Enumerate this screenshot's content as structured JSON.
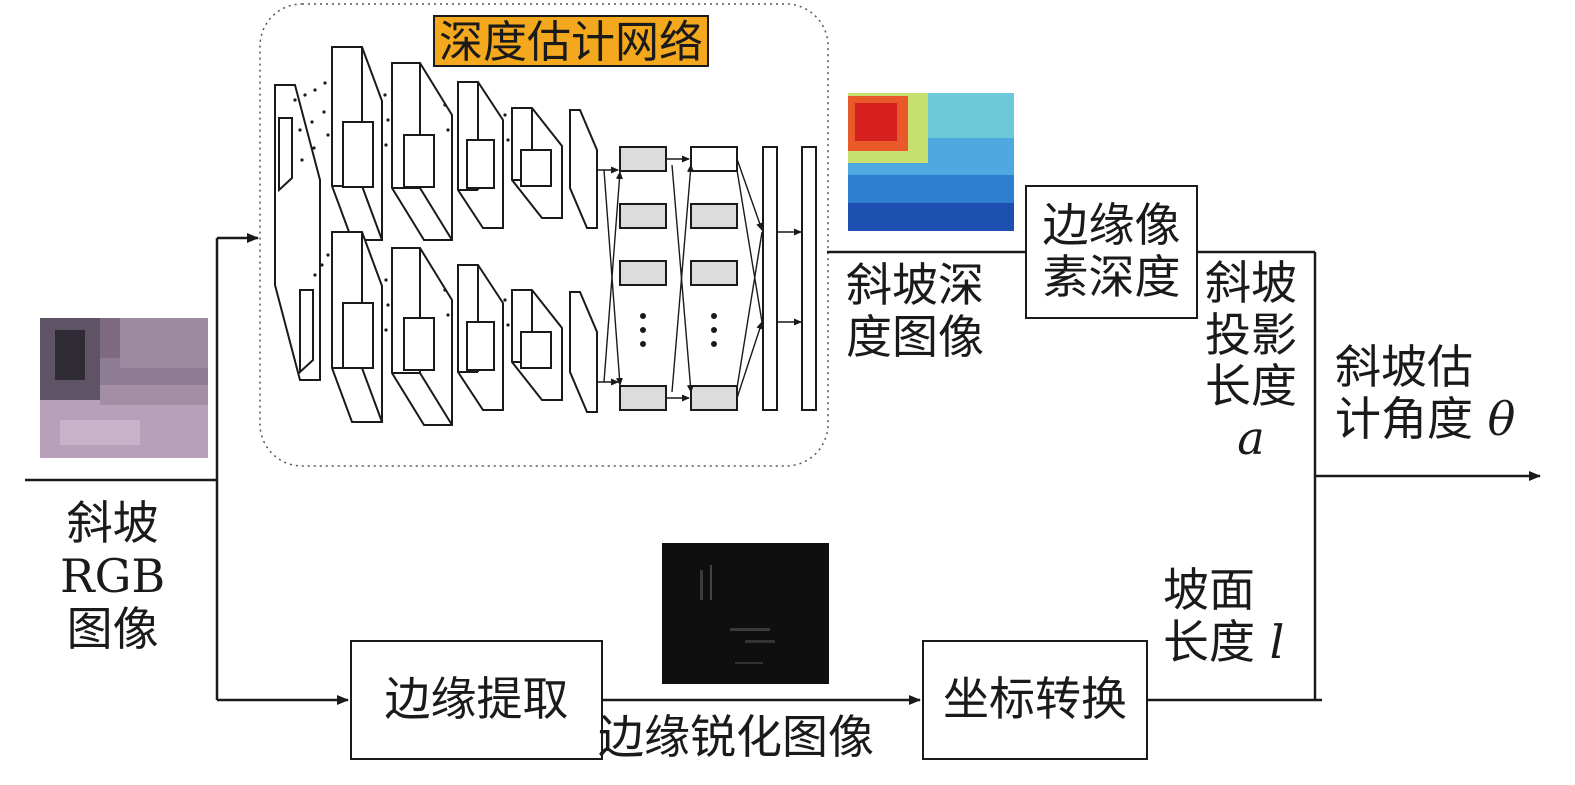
{
  "network_title": "深度估计网络",
  "input": {
    "line1": "斜坡",
    "line2": "RGB",
    "line3": "图像"
  },
  "depth_image_label": {
    "line1": "斜坡深",
    "line2": "度图像"
  },
  "edge_depth_box": {
    "line1": "边缘像",
    "line2": "素深度"
  },
  "projection_label": {
    "line1": "斜坡",
    "line2": "投影",
    "line3": "长度",
    "var": "a"
  },
  "result_label": {
    "line1": "斜坡估",
    "line2": "计角度",
    "var": "θ"
  },
  "edge_extract_box": "边缘提取",
  "edge_image_label": "边缘锐化图像",
  "coord_box": "坐标转换",
  "slope_length_label": {
    "line1": "坡面",
    "line2": "长度",
    "var": "l"
  },
  "colors": {
    "tag": "#f4a81d",
    "line": "#1a1a1a",
    "fc_fill": "#dcdcdc"
  }
}
